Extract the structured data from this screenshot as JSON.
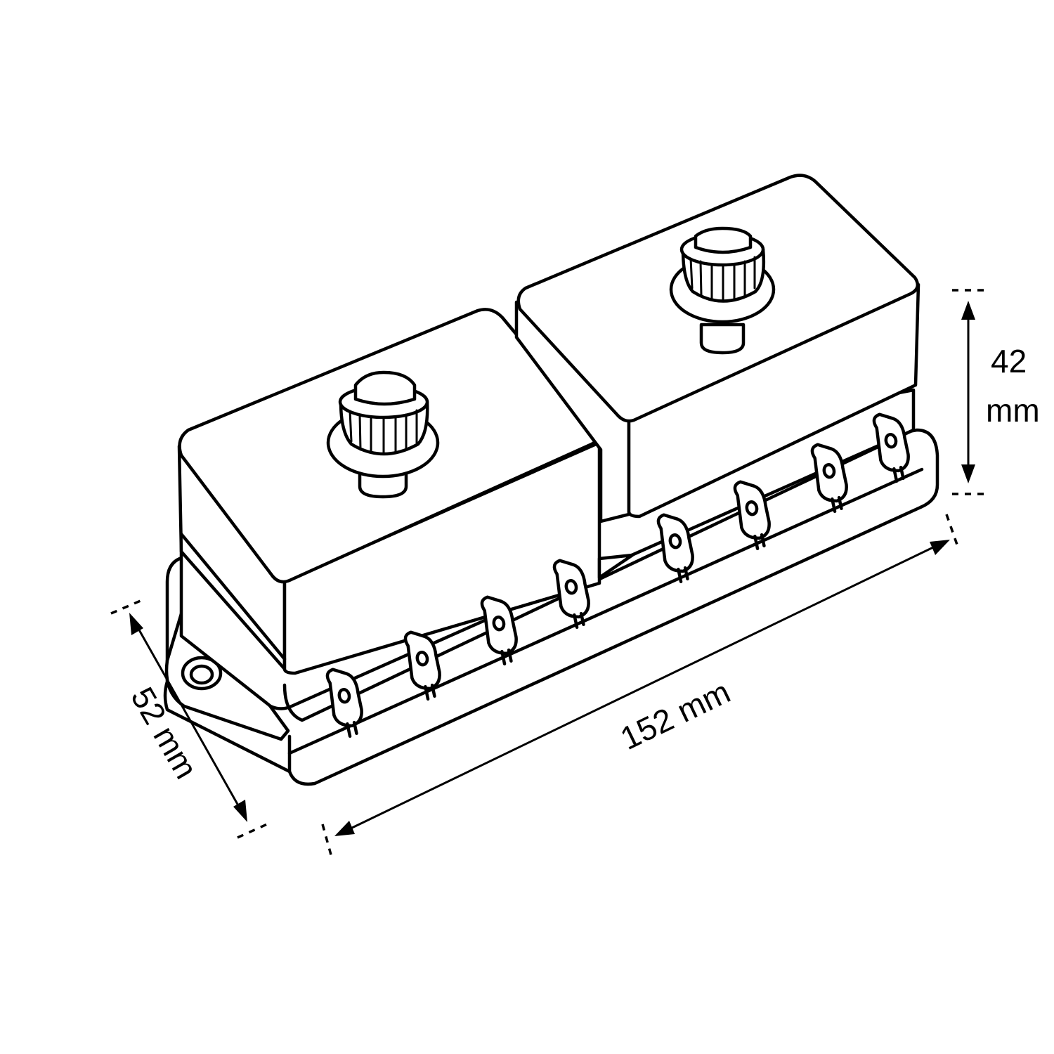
{
  "figure": {
    "subject": "two-fuse blade terminal fuse holder",
    "fuse_holders": 2,
    "terminals_per_side": 4
  },
  "dimensions": {
    "length": "152 mm",
    "width": "52 mm",
    "height_value": "42",
    "height_unit": "mm"
  },
  "style": {
    "stroke": "#000000",
    "fill": "#ffffff"
  }
}
